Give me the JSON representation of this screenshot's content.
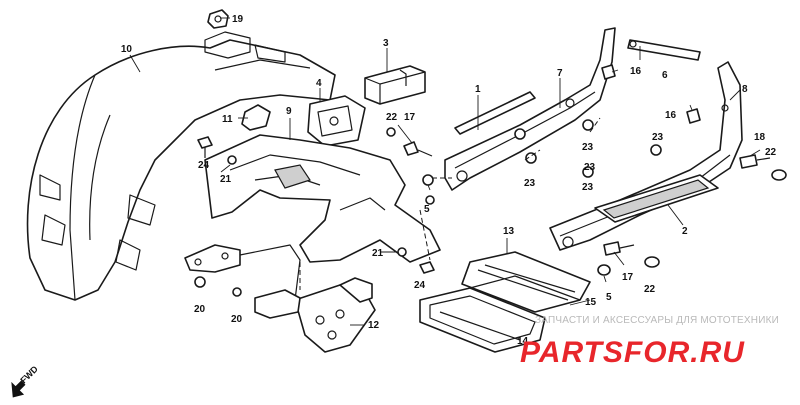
{
  "callouts": {
    "c1": "1",
    "c2": "2",
    "c3": "3",
    "c4": "4",
    "c5a": "5",
    "c5b": "5",
    "c6": "6",
    "c7": "7",
    "c8": "8",
    "c9": "9",
    "c10": "10",
    "c11": "11",
    "c12": "12",
    "c13": "13",
    "c14": "14",
    "c15": "15",
    "c16a": "16",
    "c16b": "16",
    "c17a": "17",
    "c17b": "17",
    "c18": "18",
    "c19": "19",
    "c20a": "20",
    "c20b": "20",
    "c21a": "21",
    "c21b": "21",
    "c22a": "22",
    "c22b": "22",
    "c22c": "22",
    "c23a": "23",
    "c23b": "23",
    "c23c": "23",
    "c23d": "23",
    "c23e": "23",
    "c24a": "24",
    "c24b": "24"
  },
  "direction_label": "FWD",
  "watermark": {
    "tagline": "ЗАПЧАСТИ И АКСЕССУАРЫ ДЛЯ МОТОТЕХНИКИ",
    "brand_left": "PARTS",
    "brand_right": "FOR.RU",
    "brand_color": "#e8262b",
    "brand_accent": "#111111"
  }
}
